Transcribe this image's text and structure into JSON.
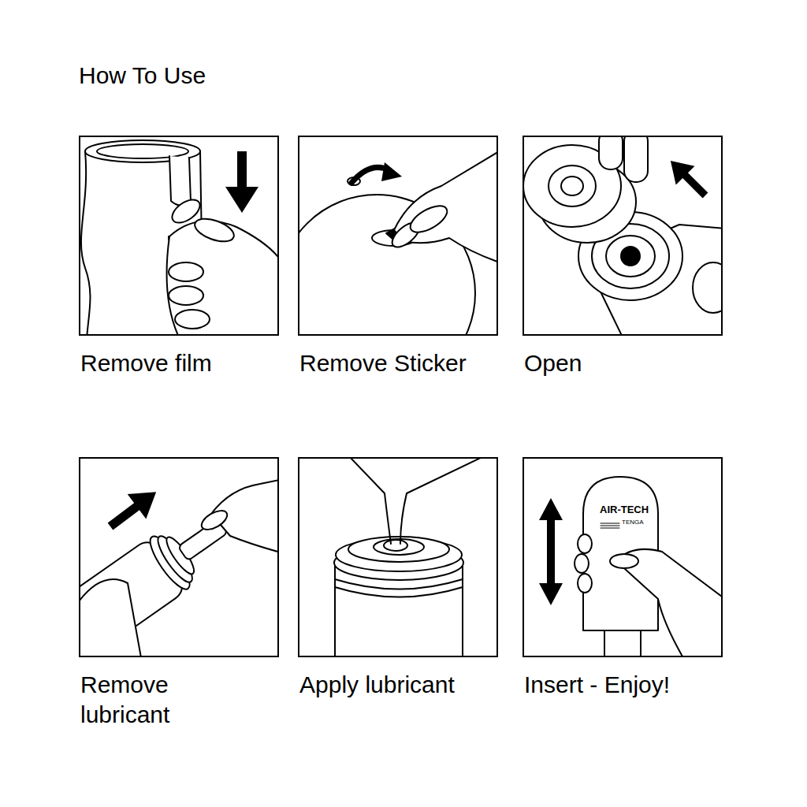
{
  "diagram": {
    "title": "How To Use",
    "nodes": [
      {
        "text": [
          "Remove film"
        ]
      },
      {
        "text": [
          "Remove Sticker"
        ]
      },
      {
        "text": [
          "Open"
        ]
      },
      {
        "text": [
          "Remove lubricant"
        ]
      },
      {
        "text": [
          "Apply lubricant"
        ]
      },
      {
        "text": [
          "Insert - Enjoy!"
        ]
      }
    ],
    "labels": [
      "AIR-TECH",
      "TENGA"
    ]
  }
}
